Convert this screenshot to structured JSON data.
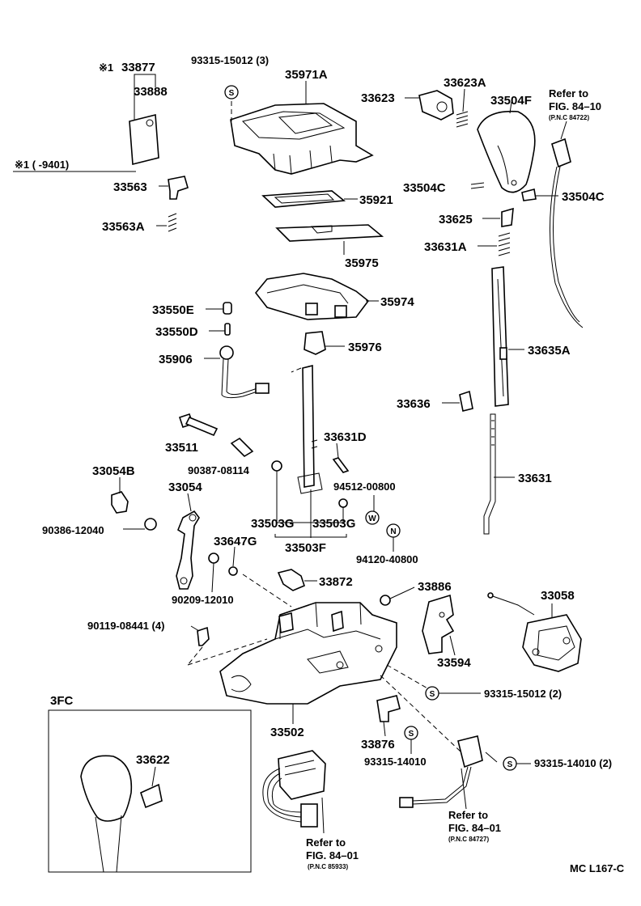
{
  "top_left": {
    "note_mark": "※1",
    "range_note": "※1 (       -9401)"
  },
  "labels": {
    "p33877": "33877",
    "p33888": "33888",
    "p93315_15012_3": "93315-15012 (3)",
    "p35971A": "35971A",
    "p33623": "33623",
    "p33623A": "33623A",
    "p33504F": "33504F",
    "refer_8410": "Refer to",
    "fig_8410": "FIG. 84–10",
    "pnc_84722": "(P.N.C 84722)",
    "p33563": "33563",
    "p33563A": "33563A",
    "p35921": "35921",
    "p35975": "35975",
    "p33504C_left": "33504C",
    "p33504C_right": "33504C",
    "p33625": "33625",
    "p33631A": "33631A",
    "p35974": "35974",
    "p33550E": "33550E",
    "p33550D": "33550D",
    "p35906": "35906",
    "p35976": "35976",
    "p33635A": "33635A",
    "p33636": "33636",
    "p33511": "33511",
    "p90387_08114": "90387-08114",
    "p33631D": "33631D",
    "p33054B": "33054B",
    "p33054": "33054",
    "p94512_00800": "94512-00800",
    "p33631": "33631",
    "p90386_12040": "90386-12040",
    "p33503G_left": "33503G",
    "p33503G_right": "33503G",
    "p33503F": "33503F",
    "p33647G": "33647G",
    "p94120_40800": "94120-40800",
    "p33872": "33872",
    "p90209_12010": "90209-12010",
    "p33886": "33886",
    "p33058": "33058",
    "p90119_08441_4": "90119-08441 (4)",
    "p33594": "33594",
    "p93315_15012_2": "93315-15012 (2)",
    "p3FC": "3FC",
    "p33622": "33622",
    "p33502": "33502",
    "p33876": "33876",
    "p93315_14010": "93315-14010",
    "p93315_14010_2": "93315-14010 (2)",
    "refer_8401a": "Refer to",
    "fig_8401a": "FIG. 84–01",
    "pnc_84727": "(P.N.C 84727)",
    "refer_8401b": "Refer to",
    "fig_8401b": "FIG. 84–01",
    "pnc_85933": "(P.N.C 85933)",
    "code": "MC L167-C"
  },
  "markers": {
    "S": "S",
    "W": "W",
    "N": "N"
  }
}
